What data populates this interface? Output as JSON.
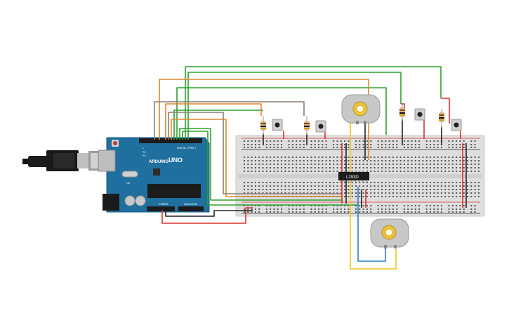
{
  "canvas": {
    "background": "#ffffff"
  },
  "arduino": {
    "logo": "ARDUINO",
    "model": "UNO",
    "digital_header": "DIGITAL (PWM~)",
    "power_header": "POWER",
    "analog_header": "ANALOG IN",
    "tx_label": "TX",
    "rx_label": "RX",
    "l_label": "L",
    "on_label": "ON",
    "board_color": "#1f6f9f"
  },
  "motor_driver": {
    "label": "L293D"
  },
  "wire_colors": {
    "green": "#2ea02e",
    "orange": "#e0872b",
    "gray": "#8a7d72",
    "red": "#d6322d",
    "black": "#222222",
    "yellow": "#f0c419",
    "blue": "#2a7ec9"
  },
  "components": {
    "buttons": 4,
    "resistors": 4,
    "motors": 2
  }
}
